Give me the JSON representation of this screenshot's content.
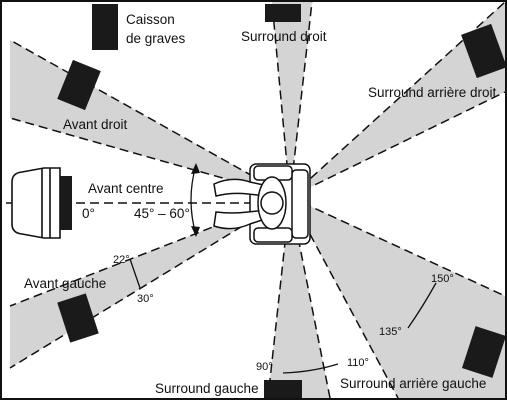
{
  "labels": {
    "subwoofer_line1": "Caisson",
    "subwoofer_line2": "de graves",
    "surround_right": "Surround droit",
    "surround_back_right": "Surround arrière droit",
    "front_right": "Avant droit",
    "front_center": "Avant centre",
    "front_left": "Avant gauche",
    "surround_left": "Surround gauche",
    "surround_back_left": "Surround arrière gauche"
  },
  "angles": {
    "a0": "0°",
    "a45_60": "45° – 60°",
    "a22": "22°",
    "a30": "30°",
    "a90": "90°",
    "a110": "110°",
    "a135": "135°",
    "a150": "150°"
  },
  "colors": {
    "sector": "#d4d4d4",
    "ink": "#111111",
    "background": "#ffffff"
  }
}
